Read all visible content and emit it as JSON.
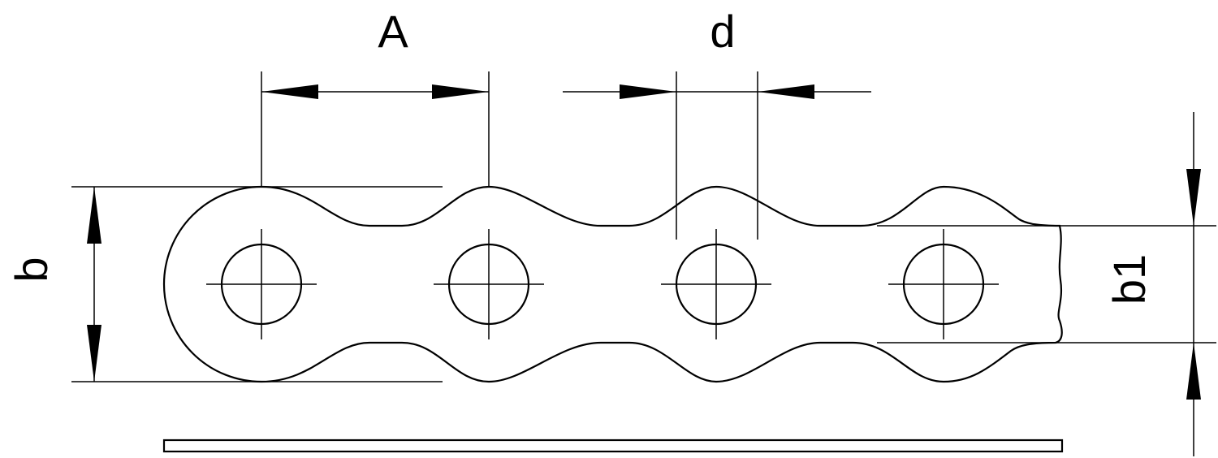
{
  "labels": {
    "pitch": "A",
    "hole_diameter": "d",
    "outer_width": "b",
    "narrow_width": "b1"
  },
  "colors": {
    "line": "#000000",
    "background": "#ffffff"
  }
}
